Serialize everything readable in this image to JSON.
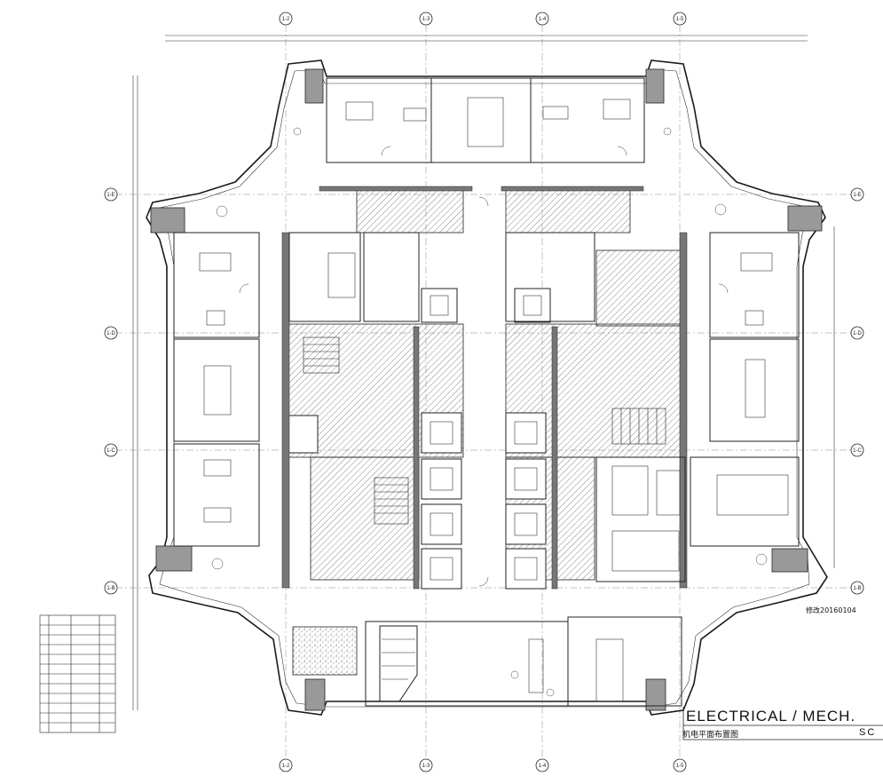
{
  "drawing": {
    "title": "ELECTRICAL / MECH.",
    "subtitle": "机电平面布置图",
    "scale_code": "SC",
    "revision": "修改20160104"
  },
  "grid": {
    "columns": [
      "1-2",
      "1-3",
      "1-4",
      "1-5"
    ],
    "rows": [
      "1-E",
      "1-D",
      "1-C",
      "1-B"
    ]
  },
  "legend": {
    "rows": 12,
    "notes": []
  },
  "colors": {
    "line": "#1a1a1a",
    "hatch": "#555555",
    "background": "#ffffff"
  }
}
